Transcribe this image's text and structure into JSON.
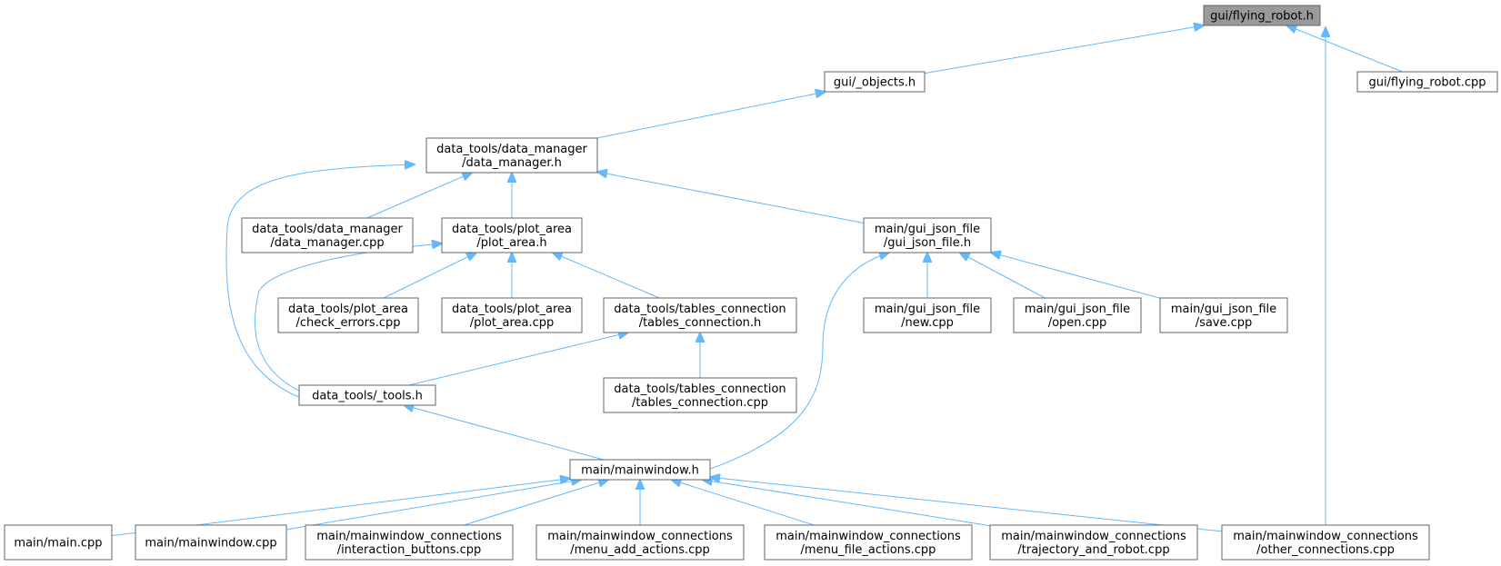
{
  "graph": {
    "colors": {
      "edge": "#63b8ff",
      "root_fill": "#999999",
      "node_border": "#666666"
    },
    "nodes": [
      {
        "id": "flying_robot_h",
        "lines": [
          "gui/flying_robot.h"
        ],
        "root": true
      },
      {
        "id": "objects_h",
        "lines": [
          "gui/_objects.h"
        ]
      },
      {
        "id": "flying_robot_cpp",
        "lines": [
          "gui/flying_robot.cpp"
        ]
      },
      {
        "id": "data_manager_h",
        "lines": [
          "data_tools/data_manager",
          "/data_manager.h"
        ]
      },
      {
        "id": "data_manager_cpp",
        "lines": [
          "data_tools/data_manager",
          "/data_manager.cpp"
        ]
      },
      {
        "id": "plot_area_h",
        "lines": [
          "data_tools/plot_area",
          "/plot_area.h"
        ]
      },
      {
        "id": "gui_json_file_h",
        "lines": [
          "main/gui_json_file",
          "/gui_json_file.h"
        ]
      },
      {
        "id": "check_errors_cpp",
        "lines": [
          "data_tools/plot_area",
          "/check_errors.cpp"
        ]
      },
      {
        "id": "plot_area_cpp",
        "lines": [
          "data_tools/plot_area",
          "/plot_area.cpp"
        ]
      },
      {
        "id": "tables_connection_h",
        "lines": [
          "data_tools/tables_connection",
          "/tables_connection.h"
        ]
      },
      {
        "id": "new_cpp",
        "lines": [
          "main/gui_json_file",
          "/new.cpp"
        ]
      },
      {
        "id": "open_cpp",
        "lines": [
          "main/gui_json_file",
          "/open.cpp"
        ]
      },
      {
        "id": "save_cpp",
        "lines": [
          "main/gui_json_file",
          "/save.cpp"
        ]
      },
      {
        "id": "tools_h",
        "lines": [
          "data_tools/_tools.h"
        ]
      },
      {
        "id": "tables_connection_cpp",
        "lines": [
          "data_tools/tables_connection",
          "/tables_connection.cpp"
        ]
      },
      {
        "id": "mainwindow_h",
        "lines": [
          "main/mainwindow.h"
        ]
      },
      {
        "id": "main_cpp",
        "lines": [
          "main/main.cpp"
        ]
      },
      {
        "id": "mainwindow_cpp",
        "lines": [
          "main/mainwindow.cpp"
        ]
      },
      {
        "id": "interaction_buttons_cpp",
        "lines": [
          "main/mainwindow_connections",
          "/interaction_buttons.cpp"
        ]
      },
      {
        "id": "menu_add_actions_cpp",
        "lines": [
          "main/mainwindow_connections",
          "/menu_add_actions.cpp"
        ]
      },
      {
        "id": "menu_file_actions_cpp",
        "lines": [
          "main/mainwindow_connections",
          "/menu_file_actions.cpp"
        ]
      },
      {
        "id": "trajectory_and_robot_cpp",
        "lines": [
          "main/mainwindow_connections",
          "/trajectory_and_robot.cpp"
        ]
      },
      {
        "id": "other_connections_cpp",
        "lines": [
          "main/mainwindow_connections",
          "/other_connections.cpp"
        ]
      }
    ],
    "edges": [
      {
        "from": "objects_h",
        "to": "flying_robot_h"
      },
      {
        "from": "flying_robot_cpp",
        "to": "flying_robot_h"
      },
      {
        "from": "other_connections_cpp",
        "to": "flying_robot_h"
      },
      {
        "from": "data_manager_h",
        "to": "objects_h"
      },
      {
        "from": "data_manager_cpp",
        "to": "data_manager_h"
      },
      {
        "from": "plot_area_h",
        "to": "data_manager_h"
      },
      {
        "from": "gui_json_file_h",
        "to": "data_manager_h"
      },
      {
        "from": "tools_h",
        "to": "data_manager_h"
      },
      {
        "from": "check_errors_cpp",
        "to": "plot_area_h"
      },
      {
        "from": "plot_area_cpp",
        "to": "plot_area_h"
      },
      {
        "from": "tables_connection_h",
        "to": "plot_area_h"
      },
      {
        "from": "tools_h",
        "to": "plot_area_h"
      },
      {
        "from": "new_cpp",
        "to": "gui_json_file_h"
      },
      {
        "from": "open_cpp",
        "to": "gui_json_file_h"
      },
      {
        "from": "save_cpp",
        "to": "gui_json_file_h"
      },
      {
        "from": "mainwindow_h",
        "to": "gui_json_file_h"
      },
      {
        "from": "tools_h",
        "to": "tables_connection_h"
      },
      {
        "from": "tables_connection_cpp",
        "to": "tables_connection_h"
      },
      {
        "from": "mainwindow_h",
        "to": "tools_h"
      },
      {
        "from": "main_cpp",
        "to": "mainwindow_h"
      },
      {
        "from": "mainwindow_cpp",
        "to": "mainwindow_h"
      },
      {
        "from": "interaction_buttons_cpp",
        "to": "mainwindow_h"
      },
      {
        "from": "menu_add_actions_cpp",
        "to": "mainwindow_h"
      },
      {
        "from": "menu_file_actions_cpp",
        "to": "mainwindow_h"
      },
      {
        "from": "trajectory_and_robot_cpp",
        "to": "mainwindow_h"
      },
      {
        "from": "other_connections_cpp",
        "to": "mainwindow_h"
      }
    ]
  }
}
